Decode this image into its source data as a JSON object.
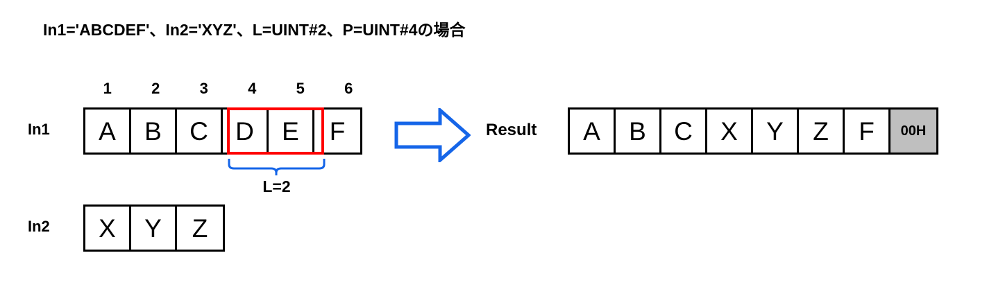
{
  "title": "In1='ABCDEF'、In2='XYZ'、L=UINT#2、P=UINT#4の場合",
  "colors": {
    "selection": "#FF0000",
    "accent": "#1565E8",
    "filler_fill": "#BFBFBF",
    "border": "#000000",
    "background": "#FFFFFF"
  },
  "in1": {
    "label": "In1",
    "index_numbers": [
      "1",
      "2",
      "3",
      "4",
      "5",
      "6"
    ],
    "cells": [
      "A",
      "B",
      "C",
      "D",
      "E",
      "F"
    ],
    "selected_indices": [
      4,
      5
    ]
  },
  "length_marker": {
    "label": "L=2",
    "brace_icon": "curly-brace-down-icon"
  },
  "flow": {
    "arrow_icon": "block-arrow-right-icon"
  },
  "result": {
    "label": "Result",
    "cells": [
      {
        "value": "A",
        "filler": false
      },
      {
        "value": "B",
        "filler": false
      },
      {
        "value": "C",
        "filler": false
      },
      {
        "value": "X",
        "filler": false
      },
      {
        "value": "Y",
        "filler": false
      },
      {
        "value": "Z",
        "filler": false
      },
      {
        "value": "F",
        "filler": false
      },
      {
        "value": "00H",
        "filler": true
      }
    ]
  },
  "in2": {
    "label": "In2",
    "cells": [
      "X",
      "Y",
      "Z"
    ]
  }
}
